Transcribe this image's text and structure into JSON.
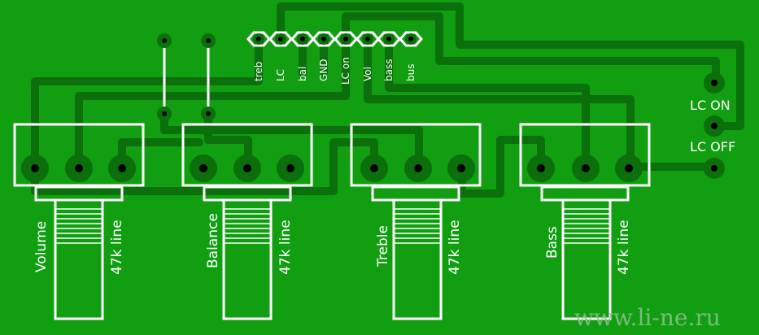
{
  "colors": {
    "board": "#119e11",
    "trace": "#0b6f0b",
    "silkscreen": "#ffffff",
    "drill": "#000000",
    "watermark": "#8fbf8f"
  },
  "header_pins": [
    "treb",
    "LC",
    "bal",
    "GND",
    "LC on",
    "Vol",
    "bass",
    "bus"
  ],
  "switch_labels": {
    "on": "LC ON",
    "off": "LC OFF"
  },
  "potentiometers": [
    {
      "name": "Volume",
      "value": "47k line"
    },
    {
      "name": "Balance",
      "value": "47k line"
    },
    {
      "name": "Treble",
      "value": "47k line"
    },
    {
      "name": "Bass",
      "value": "47k line"
    }
  ],
  "watermark": "www.li-ne.ru"
}
